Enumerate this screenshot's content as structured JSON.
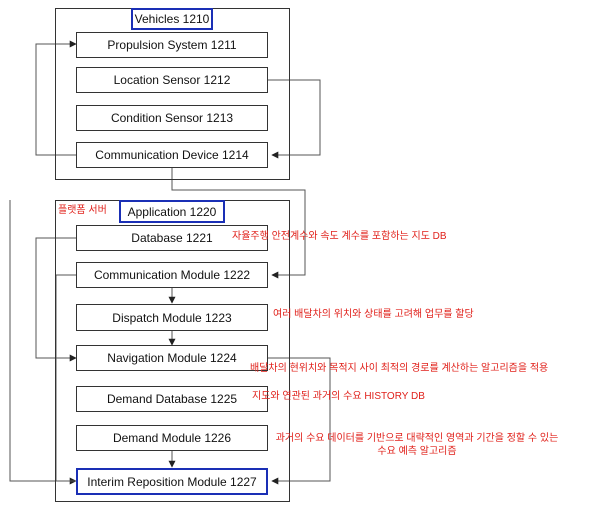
{
  "vehicles": {
    "title": "Vehicles 1210",
    "items": [
      "Propulsion System 1211",
      "Location Sensor 1212",
      "Condition Sensor 1213",
      "Communication Device 1214"
    ]
  },
  "server": {
    "label": "플랫폼 서버",
    "title": "Application 1220",
    "items": [
      "Database 1221",
      "Communication Module 1222",
      "Dispatch Module 1223",
      "Navigation Module 1224",
      "Demand Database 1225",
      "Demand Module 1226",
      "Interim Reposition Module 1227"
    ]
  },
  "annotations": [
    "자율주행 안전계수와 속도 계수를 포함하는 지도 DB",
    "여러 배달차의 위치와 상태를 고려해 업무를 할당",
    "배달차의 현위치와 목적지 사이 최적의 경로를 계산하는 알고리즘을 적용",
    "지도와 연관된 과거의 수요 HISTORY DB",
    "과거의 수요 데이터를 기반으로 대략적인 영역과 기간을 정할 수 있는",
    "수요 예측 알고리즘"
  ],
  "colors": {
    "box_border": "#333333",
    "highlight_border": "#1a2fb5",
    "annotation_text": "#e0201a"
  }
}
